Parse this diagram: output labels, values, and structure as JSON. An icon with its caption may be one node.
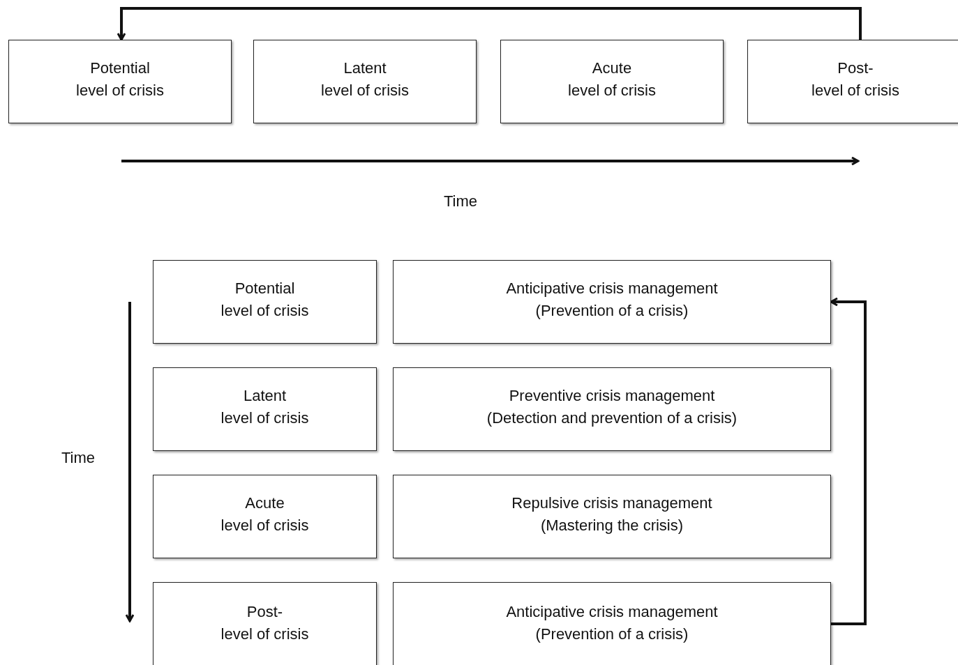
{
  "diagram": {
    "nodes": [
      {
        "text": [
          "Potential level of crisis"
        ]
      },
      {
        "text": [
          "Latent level of crisis"
        ]
      },
      {
        "text": [
          "Acute level of crisis"
        ]
      },
      {
        "text": [
          "Post- level of crisis"
        ]
      },
      {
        "text": [
          "Potential level of crisis"
        ]
      },
      {
        "text": [
          "Latent level of crisis"
        ]
      },
      {
        "text": [
          "Acute level of crisis"
        ]
      },
      {
        "text": [
          "Post- level of crisis"
        ]
      },
      {
        "text": [
          "Anticipative crisis management (Prevention of a crisis)"
        ]
      },
      {
        "text": [
          "Preventive crisis management (Detection and prevention of a crisis)"
        ]
      },
      {
        "text": [
          "Repulsive crisis management (Mastering the crisis)"
        ]
      },
      {
        "text": [
          "Anticipative crisis management (Prevention of a crisis)"
        ]
      }
    ],
    "edges": [
      {
        "from": 3,
        "to": 0,
        "arrow": "to"
      },
      {
        "from": 11,
        "to": 8,
        "arrow": "to"
      }
    ],
    "labels": [
      "Time",
      "Time"
    ]
  }
}
